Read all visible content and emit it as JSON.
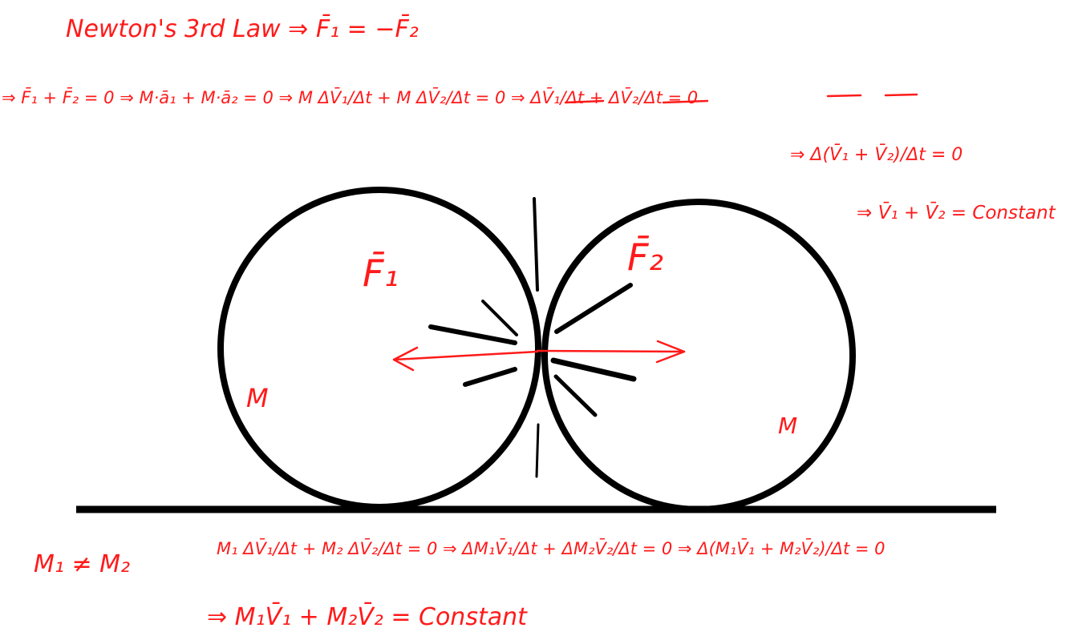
{
  "ink": {
    "diagram": "#000000",
    "handwriting": "#ff1a1a"
  },
  "equations": {
    "newton_law": "Newton's 3rd Law ⇒  F̄₁ = −F̄₂",
    "line2_a": "⇒  F̄₁ + F̄₂ = 0  ⇒  M·ā₁ + M·ā₂ = 0  ⇒  M ΔV̄₁/Δt + M ΔV̄₂/Δt = 0  ⇒  ΔV̄₁/Δt + ΔV̄₂/Δt = 0",
    "line3": "⇒ Δ(V̄₁ + V̄₂)/Δt = 0",
    "line4": "⇒ V̄₁ + V̄₂ = Constant",
    "unequal_mass": "M₁ ≠ M₂",
    "line5": "M₁ ΔV̄₁/Δt + M₂ ΔV̄₂/Δt = 0  ⇒  ΔM₁V̄₁/Δt + ΔM₂V̄₂/Δt = 0  ⇒  Δ(M₁V̄₁ + M₂V̄₂)/Δt = 0",
    "line6": "⇒   M₁V̄₁ + M₂V̄₂ = Constant"
  },
  "diagram": {
    "force_left": "F̄₁",
    "force_right": "F̄₂",
    "mass_left": "M",
    "mass_right": "M"
  }
}
